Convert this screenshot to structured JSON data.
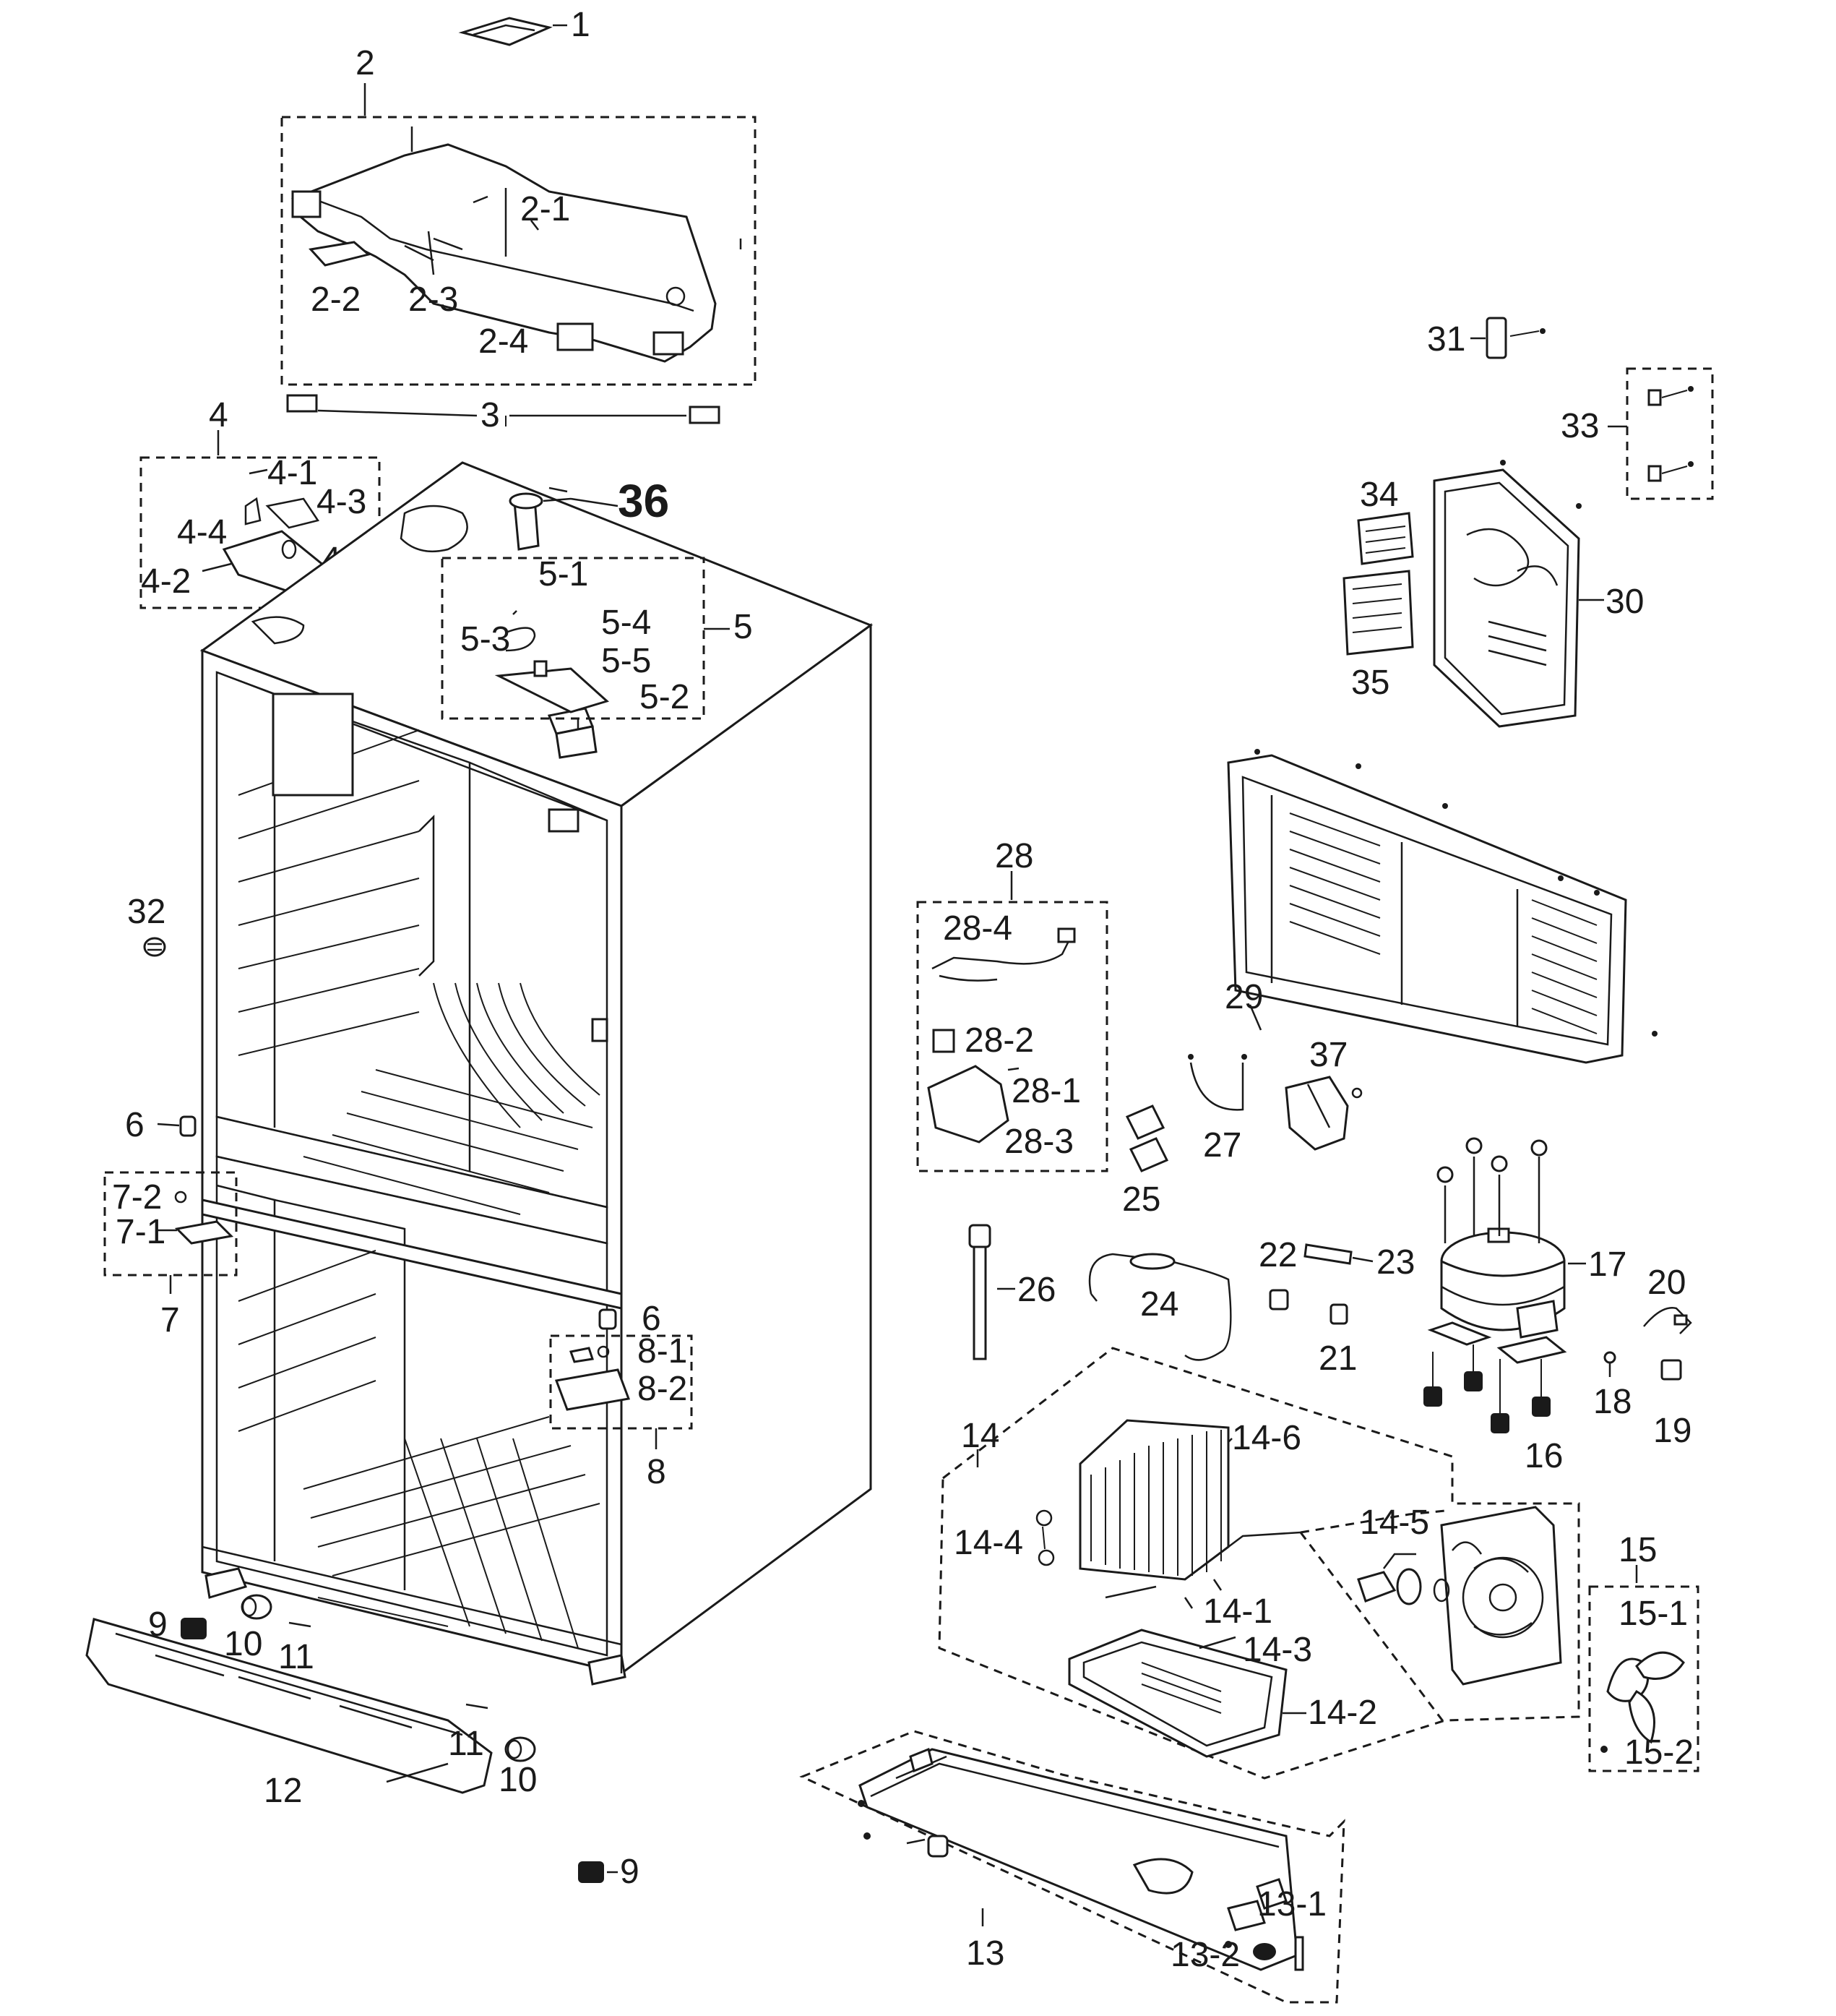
{
  "labels": {
    "p1": "1",
    "p2": "2",
    "p2_1": "2-1",
    "p2_2": "2-2",
    "p2_3": "2-3",
    "p2_4": "2-4",
    "p3": "3",
    "p4": "4",
    "p4_1": "4-1",
    "p4_2": "4-2",
    "p4_3": "4-3",
    "p4_4": "4-4",
    "p4_5": "4-5",
    "p5": "5",
    "p5_1": "5-1",
    "p5_2": "5-2",
    "p5_3": "5-3",
    "p5_4": "5-4",
    "p5_5": "5-5",
    "p6a": "6",
    "p6b": "6",
    "p7": "7",
    "p7_1": "7-1",
    "p7_2": "7-2",
    "p8": "8",
    "p8_1": "8-1",
    "p8_2": "8-2",
    "p9a": "9",
    "p9b": "9",
    "p10a": "10",
    "p10b": "10",
    "p11a": "11",
    "p11b": "11",
    "p12": "12",
    "p13": "13",
    "p13_1": "13-1",
    "p13_2": "13-2",
    "p14": "14",
    "p14_1": "14-1",
    "p14_2": "14-2",
    "p14_3": "14-3",
    "p14_4": "14-4",
    "p14_5": "14-5",
    "p14_6": "14-6",
    "p15": "15",
    "p15_1": "15-1",
    "p15_2": "15-2",
    "p16": "16",
    "p17": "17",
    "p18": "18",
    "p19": "19",
    "p20": "20",
    "p21": "21",
    "p22": "22",
    "p23": "23",
    "p24": "24",
    "p25": "25",
    "p26": "26",
    "p27": "27",
    "p28": "28",
    "p28_1": "28-1",
    "p28_2": "28-2",
    "p28_3": "28-3",
    "p28_4": "28-4",
    "p29": "29",
    "p30": "30",
    "p31": "31",
    "p32": "32",
    "p33": "33",
    "p34": "34",
    "p35": "35",
    "p36": "36",
    "p37": "37"
  }
}
